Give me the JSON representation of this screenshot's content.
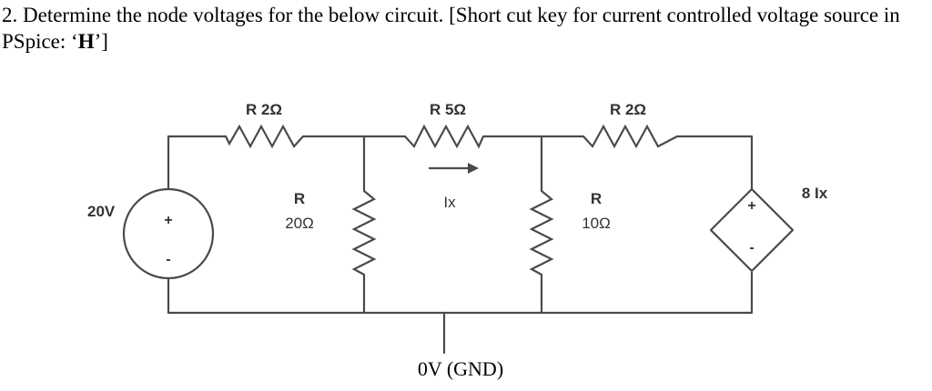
{
  "question": {
    "prefix": "2. Determine the node voltages for the below circuit. [Short cut key for current controlled voltage source in PSpice: ‘",
    "key": "H",
    "suffix": "’]"
  },
  "circuit": {
    "source_label": "20V",
    "source_plus": "+",
    "source_minus": "-",
    "r_top_left": "R 2Ω",
    "r_top_mid": "R 5Ω",
    "r_top_right": "R 2Ω",
    "r_shunt_left_name": "R",
    "r_shunt_left_value": "20Ω",
    "r_shunt_right_name": "R",
    "r_shunt_right_value": "10Ω",
    "current_label": "Ix",
    "dep_source_label": "8 Ix",
    "dep_plus": "+",
    "dep_minus": "-",
    "ground_label": "0V (GND)"
  }
}
